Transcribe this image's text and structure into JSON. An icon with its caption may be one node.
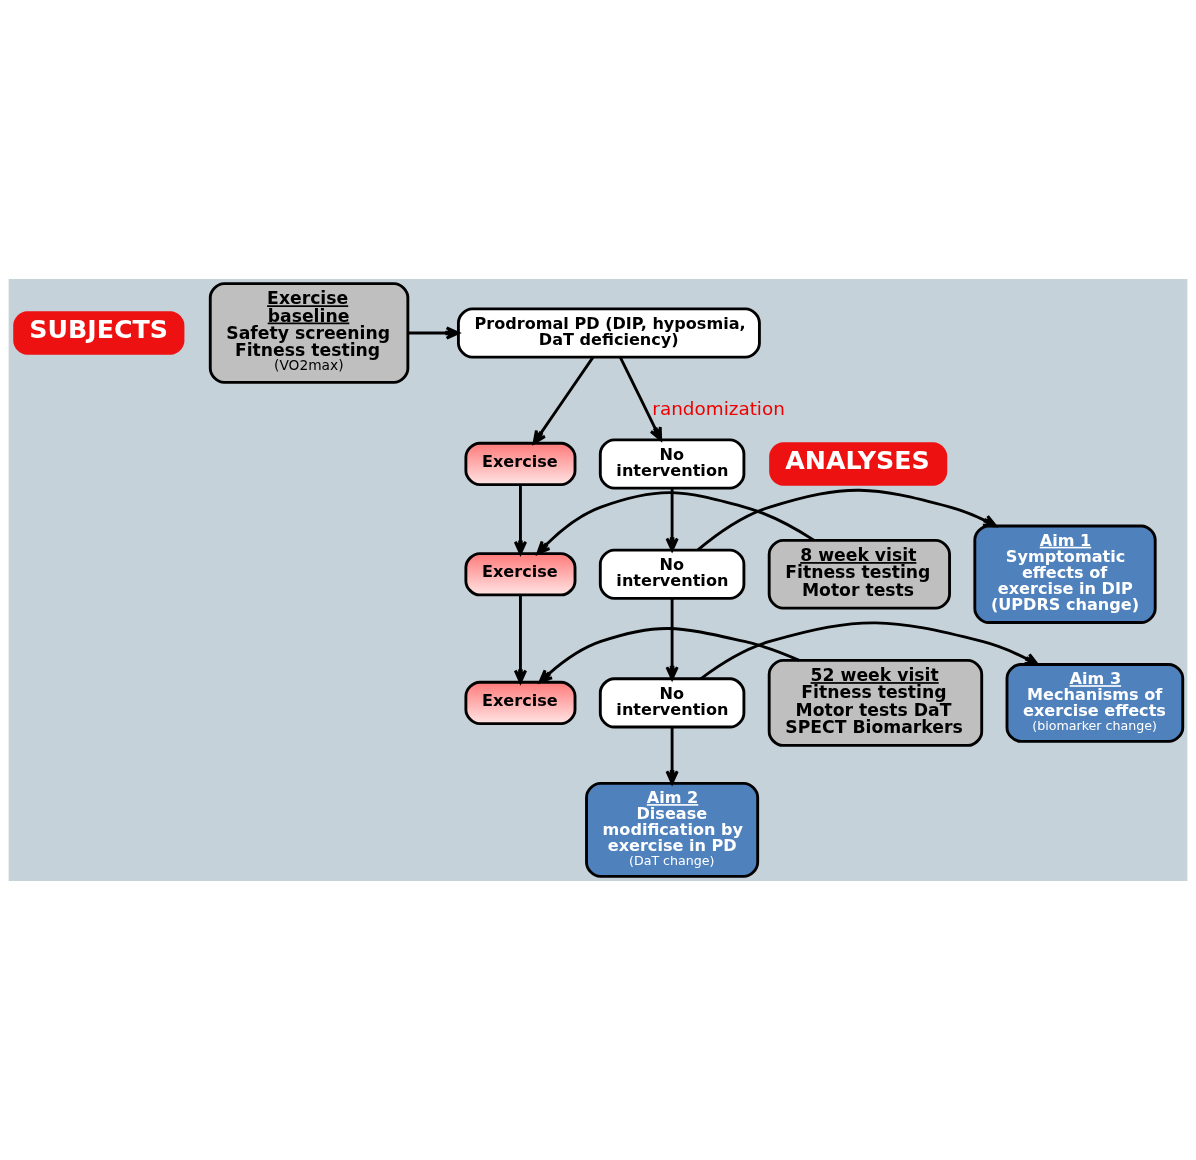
{
  "diagram": {
    "nodes": [
      {
        "text": [
          "SUBJECTS"
        ]
      },
      {
        "text": [
          "Exercise baseline",
          "Safety screening Fitness testing",
          "(VO2max)"
        ]
      },
      {
        "text": [
          "Prodromal PD (DIP, hyposmia, DaT deficiency)"
        ]
      },
      {
        "text": [
          "Exercise"
        ]
      },
      {
        "text": [
          "No intervention"
        ]
      },
      {
        "text": [
          "ANALYSES"
        ]
      },
      {
        "text": [
          "8 week visit",
          "Fitness testing Motor tests"
        ]
      },
      {
        "text": [
          "Exercise"
        ]
      },
      {
        "text": [
          "No intervention"
        ]
      },
      {
        "text": [
          "Aim 1",
          "Symptomatic effects of exercise in DIP",
          "(UPDRS change)"
        ]
      },
      {
        "text": [
          "Aim 2",
          "Disease modification by exercise in PD",
          "(DaT change)"
        ]
      },
      {
        "text": [
          "52 week visit",
          "Fitness testing Motor tests DaT SPECT Biomarkers"
        ]
      },
      {
        "text": [
          "Exercise"
        ]
      },
      {
        "text": [
          "No intervention"
        ]
      },
      {
        "text": [
          "Aim 3",
          "Mechanisms of exercise effects",
          "(biomarker change)"
        ]
      }
    ],
    "edges": [
      {
        "from": 1,
        "to": 2,
        "arrow": "to"
      },
      {
        "from": 2,
        "to": 3,
        "arrow": "to"
      },
      {
        "from": 2,
        "to": 4,
        "arrow": "to",
        "label": "randomization"
      },
      {
        "from": 3,
        "to": 7,
        "arrow": "to"
      },
      {
        "from": 4,
        "to": 8,
        "arrow": "to"
      },
      {
        "from": 6,
        "to": 7,
        "arrow": "to"
      },
      {
        "from": 8,
        "to": 9,
        "arrow": "to"
      },
      {
        "from": 7,
        "to": 12,
        "arrow": "to"
      },
      {
        "from": 8,
        "to": 13,
        "arrow": "to"
      },
      {
        "from": 11,
        "to": 12,
        "arrow": "to"
      },
      {
        "from": 13,
        "to": 10,
        "arrow": "to"
      },
      {
        "from": 13,
        "to": 14,
        "arrow": "to"
      }
    ]
  }
}
